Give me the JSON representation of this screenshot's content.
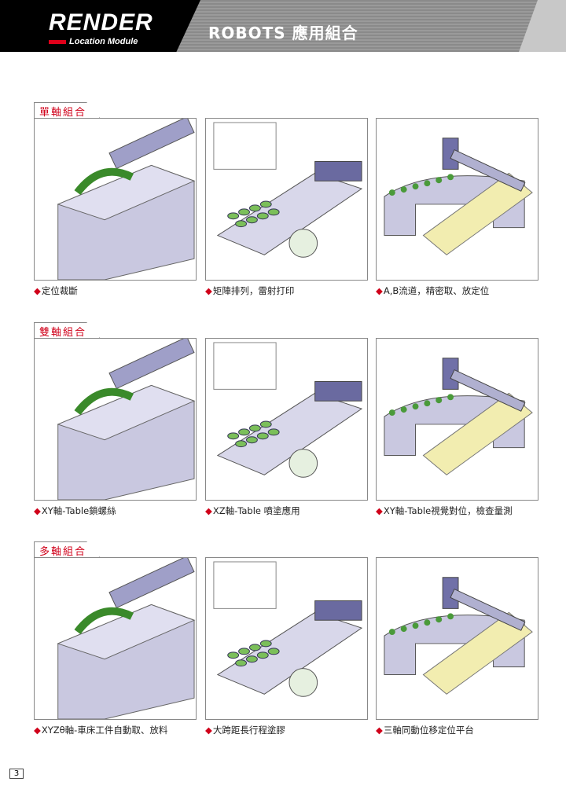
{
  "header": {
    "brand": "RENDER",
    "brand_sub": "Location Module",
    "title": "ROBOTS 應用組合"
  },
  "sections": [
    {
      "label": "單軸組合",
      "items": [
        {
          "caption": "定位裁斷"
        },
        {
          "caption": "矩陣排列，雷射打印"
        },
        {
          "caption": "A,B流道，精密取、放定位"
        }
      ]
    },
    {
      "label": "雙軸組合",
      "items": [
        {
          "caption": "XY軸-Table鎖螺絲"
        },
        {
          "caption": "XZ軸-Table 噴塗應用"
        },
        {
          "caption": "XY軸-Table視覺對位，檢查量測"
        }
      ]
    },
    {
      "label": "多軸組合",
      "items": [
        {
          "caption": "XYZθ軸-車床工件自動取、放料"
        },
        {
          "caption": "大跨距長行程塗膠"
        },
        {
          "caption": "三軸同動位移定位平台"
        }
      ]
    }
  ],
  "bullet": "◆",
  "page_number": "3",
  "colors": {
    "accent": "#d0001a",
    "machine": "#c9c8e0",
    "rail": "#5f5f8f"
  }
}
